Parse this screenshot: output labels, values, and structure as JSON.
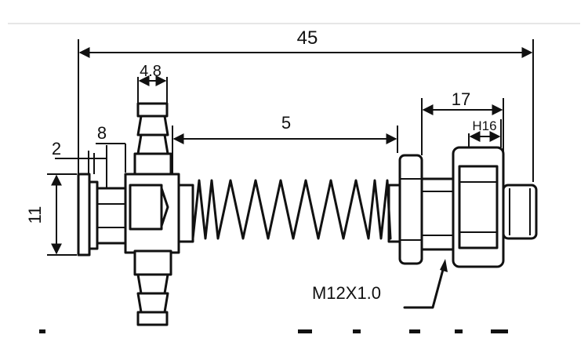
{
  "dimensions": {
    "overall_length": "45",
    "hex_width": "4.8",
    "spring_length": "5",
    "nut_section": "17",
    "hex_nut": "H16",
    "flange_height": "8",
    "flange_thickness": "2",
    "pad_diameter": "11"
  },
  "callouts": {
    "thread": "M12X1.0"
  }
}
